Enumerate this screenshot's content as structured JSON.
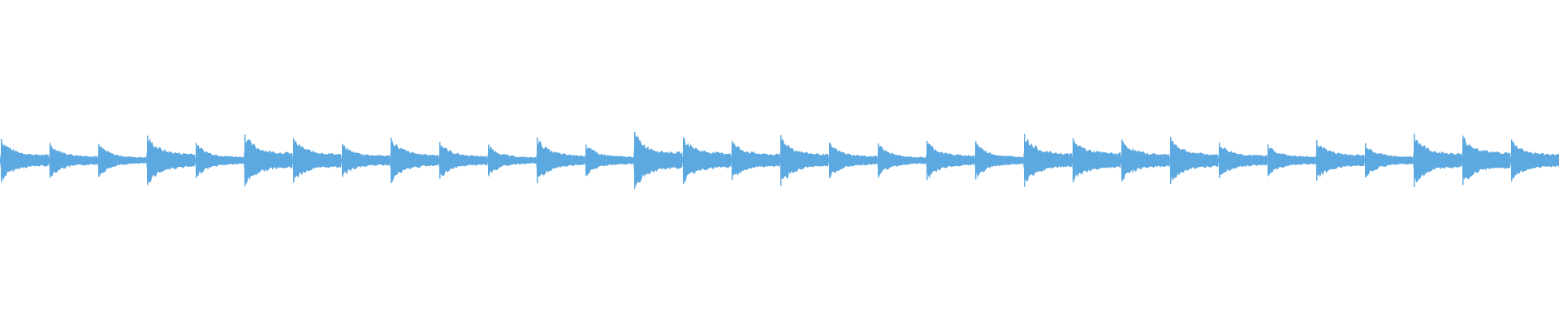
{
  "waveform": {
    "color": "#5ca8e0",
    "background": "#ffffff",
    "segments": [
      {
        "peak": 0.68,
        "rest": 0.18
      },
      {
        "peak": 0.55,
        "rest": 0.14
      },
      {
        "peak": 0.52,
        "rest": 0.1
      },
      {
        "peak": 0.78,
        "rest": 0.22
      },
      {
        "peak": 0.55,
        "rest": 0.12
      },
      {
        "peak": 0.82,
        "rest": 0.25
      },
      {
        "peak": 0.7,
        "rest": 0.22
      },
      {
        "peak": 0.52,
        "rest": 0.16
      },
      {
        "peak": 0.72,
        "rest": 0.18
      },
      {
        "peak": 0.58,
        "rest": 0.14
      },
      {
        "peak": 0.5,
        "rest": 0.1
      },
      {
        "peak": 0.72,
        "rest": 0.16
      },
      {
        "peak": 0.5,
        "rest": 0.12
      },
      {
        "peak": 0.9,
        "rest": 0.26
      },
      {
        "peak": 0.74,
        "rest": 0.24
      },
      {
        "peak": 0.62,
        "rest": 0.2
      },
      {
        "peak": 0.8,
        "rest": 0.2
      },
      {
        "peak": 0.56,
        "rest": 0.14
      },
      {
        "peak": 0.54,
        "rest": 0.1
      },
      {
        "peak": 0.62,
        "rest": 0.16
      },
      {
        "peak": 0.6,
        "rest": 0.12
      },
      {
        "peak": 0.84,
        "rest": 0.22
      },
      {
        "peak": 0.7,
        "rest": 0.24
      },
      {
        "peak": 0.66,
        "rest": 0.2
      },
      {
        "peak": 0.74,
        "rest": 0.2
      },
      {
        "peak": 0.56,
        "rest": 0.16
      },
      {
        "peak": 0.5,
        "rest": 0.12
      },
      {
        "peak": 0.64,
        "rest": 0.18
      },
      {
        "peak": 0.54,
        "rest": 0.12
      },
      {
        "peak": 0.84,
        "rest": 0.22
      },
      {
        "peak": 0.78,
        "rest": 0.26
      },
      {
        "peak": 0.66,
        "rest": 0.2
      }
    ]
  }
}
